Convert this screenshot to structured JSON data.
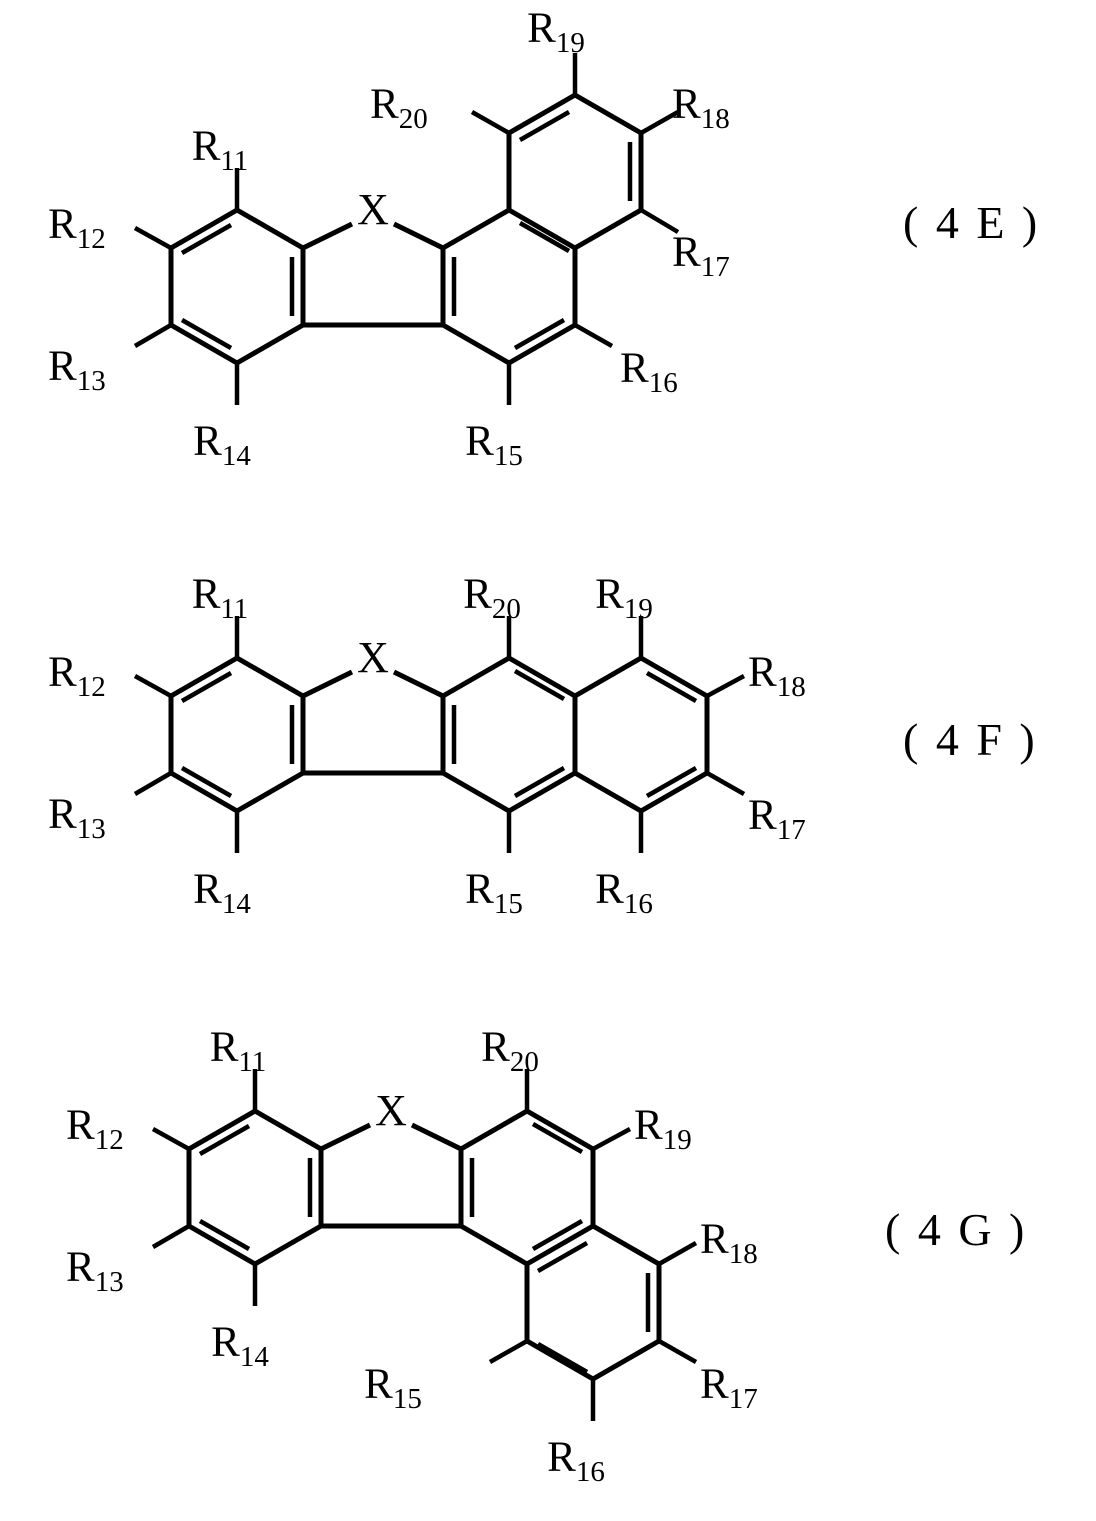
{
  "document": {
    "type": "patent-chemical-structure-figure",
    "background_color": "#ffffff",
    "line_color": "#000000"
  },
  "structures": [
    {
      "id": "4E",
      "tag": "( 4 E )",
      "bridge_atom": "X",
      "description": "Dibenzofuran-type tricyclic core with angularly fused benzo ring forming a benzo[b]naphtho-fused heterocycle",
      "substituent_labels": [
        {
          "base": "R",
          "sub": "11"
        },
        {
          "base": "R",
          "sub": "12"
        },
        {
          "base": "R",
          "sub": "13"
        },
        {
          "base": "R",
          "sub": "14"
        },
        {
          "base": "R",
          "sub": "15"
        },
        {
          "base": "R",
          "sub": "16"
        },
        {
          "base": "R",
          "sub": "17"
        },
        {
          "base": "R",
          "sub": "18"
        },
        {
          "base": "R",
          "sub": "19"
        },
        {
          "base": "R",
          "sub": "20"
        }
      ]
    },
    {
      "id": "4F",
      "tag": "( 4 F )",
      "bridge_atom": "X",
      "description": "Dibenzofuran-type tricyclic core with linearly fused benzo ring",
      "substituent_labels": [
        {
          "base": "R",
          "sub": "11"
        },
        {
          "base": "R",
          "sub": "12"
        },
        {
          "base": "R",
          "sub": "13"
        },
        {
          "base": "R",
          "sub": "14"
        },
        {
          "base": "R",
          "sub": "15"
        },
        {
          "base": "R",
          "sub": "16"
        },
        {
          "base": "R",
          "sub": "17"
        },
        {
          "base": "R",
          "sub": "18"
        },
        {
          "base": "R",
          "sub": "19"
        },
        {
          "base": "R",
          "sub": "20"
        }
      ]
    },
    {
      "id": "4G",
      "tag": "( 4 G )",
      "bridge_atom": "X",
      "description": "Dibenzofuran-type tricyclic core with angularly fused benzo ring extending downward",
      "substituent_labels": [
        {
          "base": "R",
          "sub": "11"
        },
        {
          "base": "R",
          "sub": "12"
        },
        {
          "base": "R",
          "sub": "13"
        },
        {
          "base": "R",
          "sub": "14"
        },
        {
          "base": "R",
          "sub": "15"
        },
        {
          "base": "R",
          "sub": "16"
        },
        {
          "base": "R",
          "sub": "17"
        },
        {
          "base": "R",
          "sub": "18"
        },
        {
          "base": "R",
          "sub": "19"
        },
        {
          "base": "R",
          "sub": "20"
        }
      ]
    }
  ],
  "labels_4e": {
    "r11": {
      "base": "R",
      "sub": "11"
    },
    "r12": {
      "base": "R",
      "sub": "12"
    },
    "r13": {
      "base": "R",
      "sub": "13"
    },
    "r14": {
      "base": "R",
      "sub": "14"
    },
    "r15": {
      "base": "R",
      "sub": "15"
    },
    "r16": {
      "base": "R",
      "sub": "16"
    },
    "r17": {
      "base": "R",
      "sub": "17"
    },
    "r18": {
      "base": "R",
      "sub": "18"
    },
    "r19": {
      "base": "R",
      "sub": "19"
    },
    "r20": {
      "base": "R",
      "sub": "20"
    },
    "x": "X",
    "tag": "( 4 E )"
  },
  "labels_4f": {
    "r11": {
      "base": "R",
      "sub": "11"
    },
    "r12": {
      "base": "R",
      "sub": "12"
    },
    "r13": {
      "base": "R",
      "sub": "13"
    },
    "r14": {
      "base": "R",
      "sub": "14"
    },
    "r15": {
      "base": "R",
      "sub": "15"
    },
    "r16": {
      "base": "R",
      "sub": "16"
    },
    "r17": {
      "base": "R",
      "sub": "17"
    },
    "r18": {
      "base": "R",
      "sub": "18"
    },
    "r19": {
      "base": "R",
      "sub": "19"
    },
    "r20": {
      "base": "R",
      "sub": "20"
    },
    "x": "X",
    "tag": "( 4 F )"
  },
  "labels_4g": {
    "r11": {
      "base": "R",
      "sub": "11"
    },
    "r12": {
      "base": "R",
      "sub": "12"
    },
    "r13": {
      "base": "R",
      "sub": "13"
    },
    "r14": {
      "base": "R",
      "sub": "14"
    },
    "r15": {
      "base": "R",
      "sub": "15"
    },
    "r16": {
      "base": "R",
      "sub": "16"
    },
    "r17": {
      "base": "R",
      "sub": "17"
    },
    "r18": {
      "base": "R",
      "sub": "18"
    },
    "r19": {
      "base": "R",
      "sub": "19"
    },
    "r20": {
      "base": "R",
      "sub": "20"
    },
    "x": "X",
    "tag": "( 4 G )"
  }
}
